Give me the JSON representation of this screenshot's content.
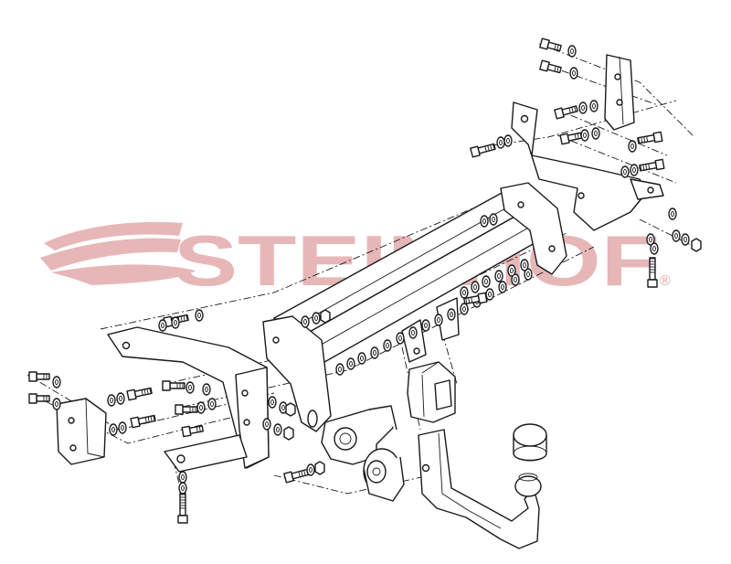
{
  "watermark": {
    "brand": "STEINHOF",
    "registered": "®",
    "color": "#e7b7b7"
  },
  "diagram": {
    "line_color": "#1a1a1a",
    "background": "#ffffff",
    "parts": [
      "crossbar-beam",
      "left-side-bracket",
      "right-side-bracket",
      "left-mounting-plate",
      "right-mounting-plate",
      "socket-holder-bracket",
      "electrical-socket",
      "tow-ball-neck",
      "tow-ball-cover",
      "ball-lock-mechanism",
      "bolt-sets"
    ]
  }
}
